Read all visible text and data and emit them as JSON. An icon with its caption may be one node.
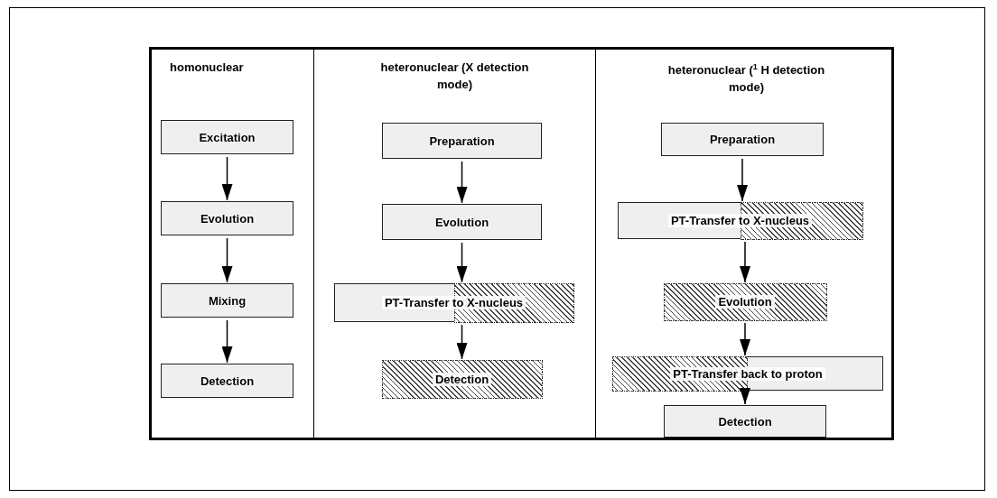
{
  "diagram": {
    "nodes": [
      {
        "text": [
          "homonuclear"
        ]
      },
      {
        "text": [
          "Excitation"
        ],
        "in": 0
      },
      {
        "text": [
          "Evolution"
        ],
        "in": 0
      },
      {
        "text": [
          "Mixing"
        ],
        "in": 0
      },
      {
        "text": [
          "Detection"
        ],
        "in": 0
      },
      {
        "text": [
          "heteronuclear (X detection mode)"
        ]
      },
      {
        "text": [
          "Preparation"
        ],
        "in": 5
      },
      {
        "text": [
          "Evolution"
        ],
        "in": 5
      },
      {
        "text": [
          "PT-Transfer to X-nucleus"
        ],
        "in": 5
      },
      {
        "text": [
          "Detection"
        ],
        "in": 5
      },
      {
        "text": [
          "heteronuclear ($^{1}$ H detection mode)"
        ]
      },
      {
        "text": [
          "Preparation"
        ],
        "in": 10
      },
      {
        "text": [
          "PT-Transfer to X-nucleus"
        ],
        "in": 10
      },
      {
        "text": [
          "Evolution"
        ],
        "in": 10
      },
      {
        "text": [
          "PT-Transfer back to proton"
        ],
        "in": 10
      },
      {
        "text": [
          "Detection"
        ],
        "in": 10
      }
    ],
    "edges": [
      {
        "from": 1,
        "to": 2,
        "arrow": "to"
      },
      {
        "from": 2,
        "to": 3,
        "arrow": "to"
      },
      {
        "from": 3,
        "to": 4,
        "arrow": "to"
      },
      {
        "from": 6,
        "to": 7,
        "arrow": "to"
      },
      {
        "from": 7,
        "to": 8,
        "arrow": "to"
      },
      {
        "from": 8,
        "to": 9,
        "arrow": "to"
      },
      {
        "from": 11,
        "to": 12,
        "arrow": "to"
      },
      {
        "from": 12,
        "to": 13,
        "arrow": "to"
      },
      {
        "from": 13,
        "to": 14,
        "arrow": "to"
      },
      {
        "from": 14,
        "to": 15,
        "arrow": "to"
      }
    ]
  }
}
